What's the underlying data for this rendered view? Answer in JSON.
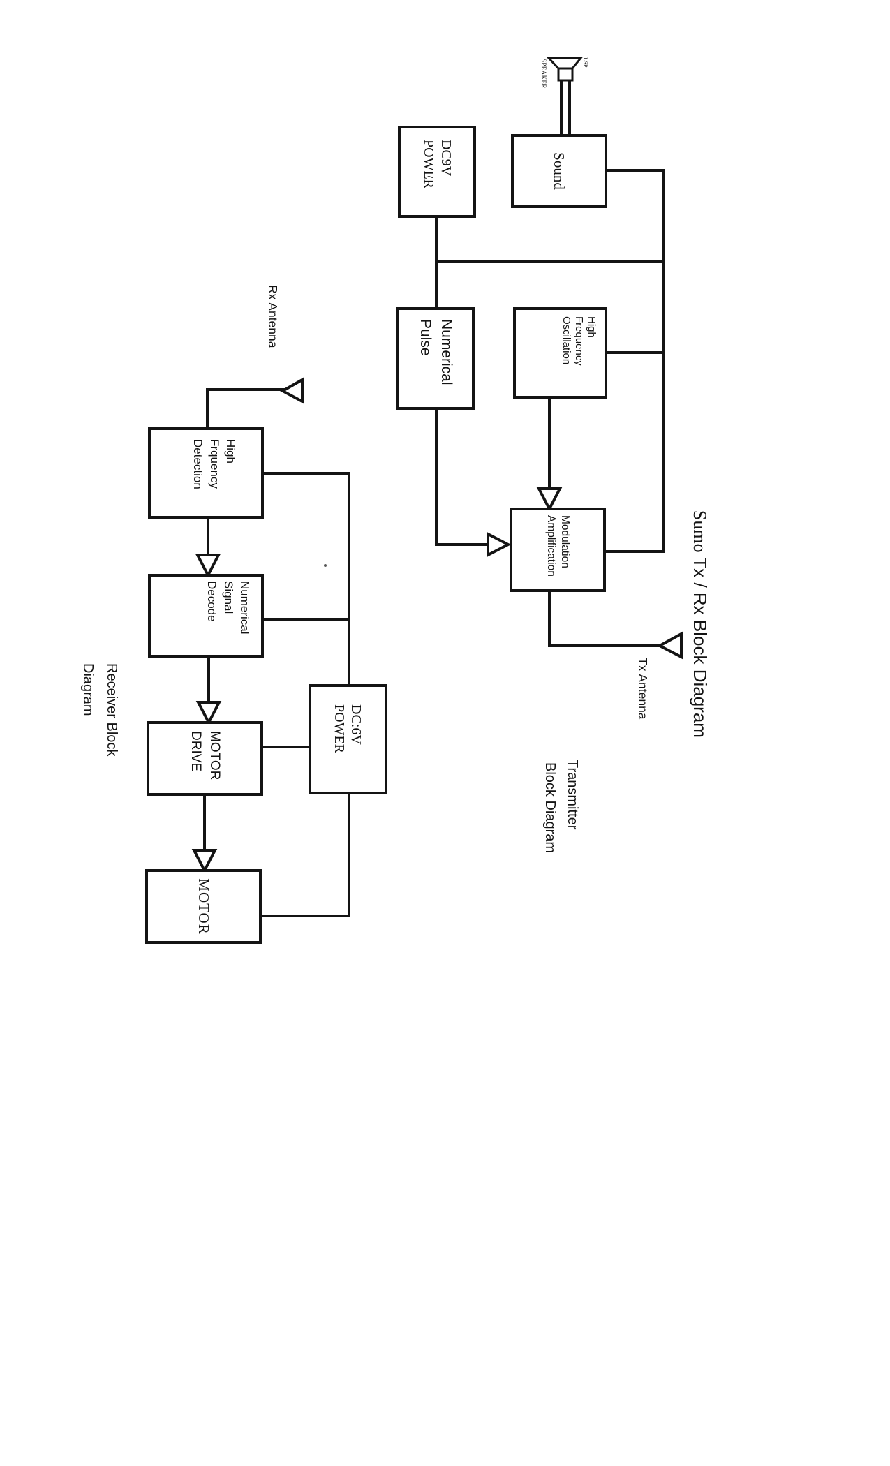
{
  "page": {
    "background": "#ffffff",
    "ink": "#141414"
  },
  "title": {
    "word_serif": "Sumo",
    "word_rest": " Tx / Rx Block Diagram"
  },
  "transmitter": {
    "caption": {
      "line1": "Transmitter",
      "line2": "Block Diagram"
    },
    "antenna_label": "Tx Antenna",
    "speaker": {
      "name_label": "SPEAKER",
      "tag_label": "LSP"
    },
    "boxes": {
      "sound": {
        "label": "Sound"
      },
      "dc9v_power": {
        "label": "DC9V\nPOWER"
      },
      "numerical_pulse": {
        "label": "Numerical\nPulse"
      },
      "high_frequency_oscillation": {
        "label": "High\nFrequency\nOscillation"
      },
      "modulation_amplification": {
        "label": "Modulation\nAmplification"
      }
    }
  },
  "receiver": {
    "caption": {
      "line1": "Receiver Block",
      "line2": "Diagram"
    },
    "antenna_label": "Rx Antenna",
    "boxes": {
      "high_frquency_detection": {
        "label": "High\nFrquency\nDetection"
      },
      "numerical_signal_decode": {
        "label": "Numerical\nSignal\nDecode"
      },
      "motor_drive": {
        "label": "MOTOR\nDRIVE"
      },
      "dc_6v_power": {
        "label": "DC:6V\nPOWER"
      },
      "motor": {
        "label": "MOTOR"
      }
    }
  }
}
